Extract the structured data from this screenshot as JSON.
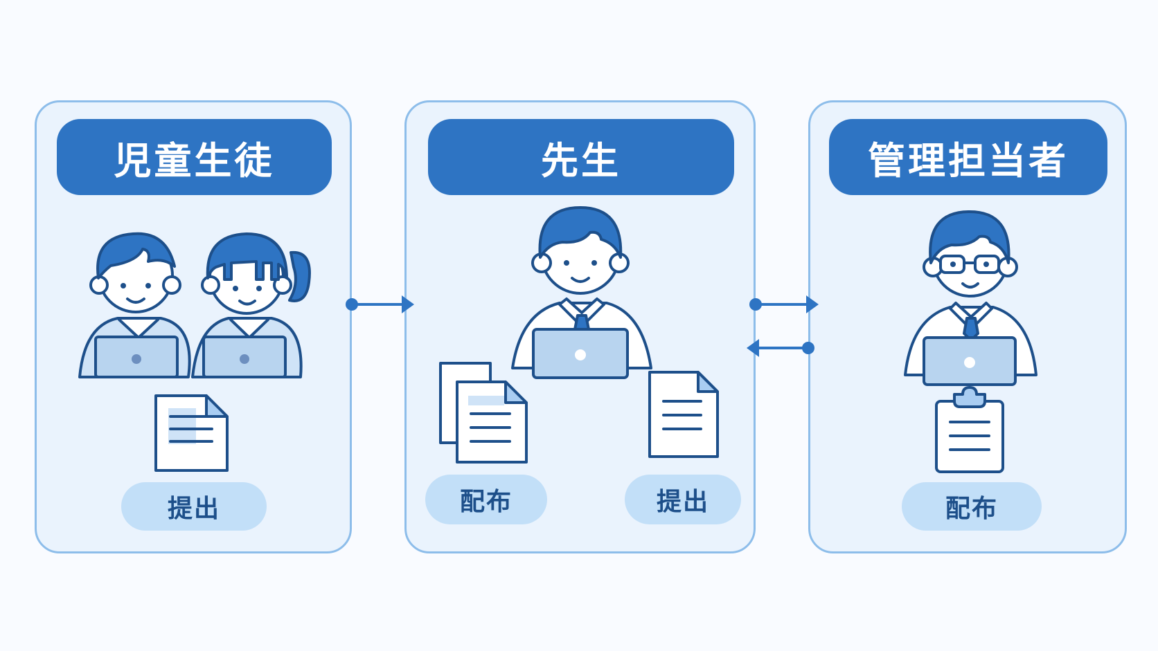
{
  "panels": [
    {
      "title": "児童生徒",
      "actions": [
        "提出"
      ]
    },
    {
      "title": "先生",
      "actions": [
        "配布",
        "提出"
      ]
    },
    {
      "title": "管理担当者",
      "actions": [
        "配布"
      ]
    }
  ],
  "colors": {
    "header": "#2e74c3",
    "panel_bg": "#eaf3fd",
    "panel_border": "#8dbdea",
    "pill": "#c2dff8",
    "line": "#1d4f8a",
    "arrow": "#2e74c3"
  },
  "icons": [
    "student-boy-icon",
    "student-girl-icon",
    "teacher-icon",
    "admin-icon",
    "laptop-icon",
    "document-icon",
    "clipboard-icon"
  ]
}
